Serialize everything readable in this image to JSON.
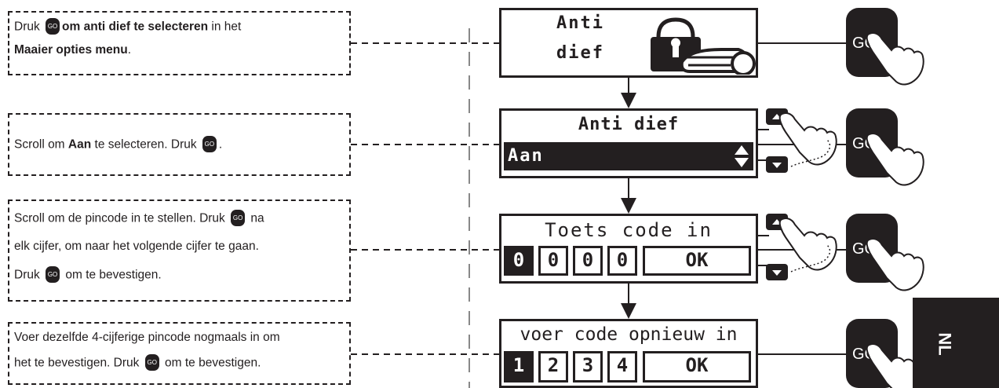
{
  "go_label": "GO",
  "instructions": [
    {
      "lines": [
        [
          "Druk ",
          "[GO]",
          "om anti dief te selecteren|b",
          " in het"
        ],
        [
          "Maaier opties menu|b",
          "."
        ]
      ]
    },
    {
      "lines": [
        [
          "Scroll om ",
          "Aan|b",
          " te selecteren. Druk ",
          "[GO]",
          "."
        ]
      ]
    },
    {
      "lines": [
        [
          "Scroll om de pincode in te stellen. Druk ",
          "[GO]",
          " na"
        ],
        [
          "elk cijfer, om naar het volgende cijfer te gaan."
        ],
        [
          "Druk ",
          "[GO]",
          " om te bevestigen."
        ]
      ]
    },
    {
      "lines": [
        [
          "Voer dezelfde 4-cijferige pincode nogmaals in om"
        ],
        [
          "het te bevestigen. Druk ",
          "[GO]",
          " om te bevestigen."
        ]
      ]
    }
  ],
  "screens": {
    "s1": {
      "line1": "Anti",
      "line2": "dief",
      "icon": "lock-mower-icon"
    },
    "s2": {
      "title": "Anti dief",
      "value": "Aan",
      "icon": "up-down-arrows-icon"
    },
    "s3": {
      "title": "Toets code in",
      "digits": [
        "0",
        "0",
        "0",
        "0"
      ],
      "ok": "OK"
    },
    "s4": {
      "title": "voer code opnieuw in",
      "digits": [
        "1",
        "2",
        "3",
        "4"
      ],
      "ok": "OK"
    }
  },
  "tab": {
    "label": "NL"
  },
  "colors": {
    "ink": "#231f20",
    "background": "#ffffff"
  }
}
